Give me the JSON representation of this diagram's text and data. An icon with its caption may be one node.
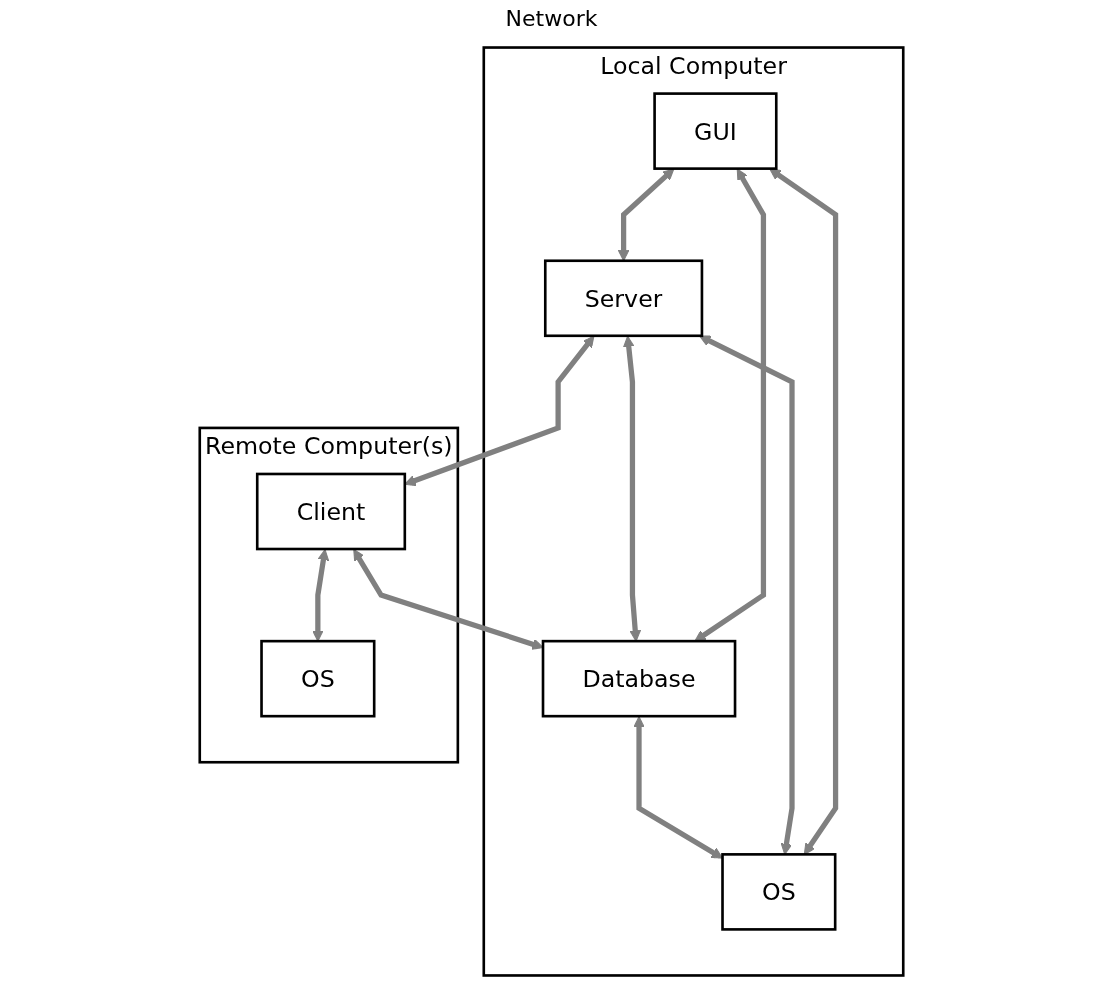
{
  "diagram": {
    "nodes": [
      {
        "text": [
          "Local Computer"
        ]
      },
      {
        "text": [
          "GUI"
        ],
        "in": 0
      },
      {
        "text": [
          "Server"
        ],
        "in": 0
      },
      {
        "text": [
          "Database"
        ],
        "in": 0
      },
      {
        "text": [
          "OS"
        ],
        "in": 0
      },
      {
        "text": [
          "Remote Computer(s)"
        ]
      },
      {
        "text": [
          "Client"
        ],
        "in": 5
      },
      {
        "text": [
          "OS"
        ],
        "in": 5
      }
    ],
    "edges": [
      {
        "from": 1,
        "to": 4,
        "arrow": "both"
      },
      {
        "from": 1,
        "to": 2,
        "arrow": "both"
      },
      {
        "from": 1,
        "to": 3,
        "arrow": "both"
      },
      {
        "from": 2,
        "to": 4,
        "arrow": "both"
      },
      {
        "from": 2,
        "to": 3,
        "arrow": "both"
      },
      {
        "from": 3,
        "to": 4,
        "arrow": "both"
      },
      {
        "from": 2,
        "to": 6,
        "arrow": "both"
      },
      {
        "from": 6,
        "to": 3,
        "arrow": "both"
      },
      {
        "from": 6,
        "to": 7,
        "arrow": "both"
      }
    ],
    "labels": [
      "Network"
    ]
  }
}
